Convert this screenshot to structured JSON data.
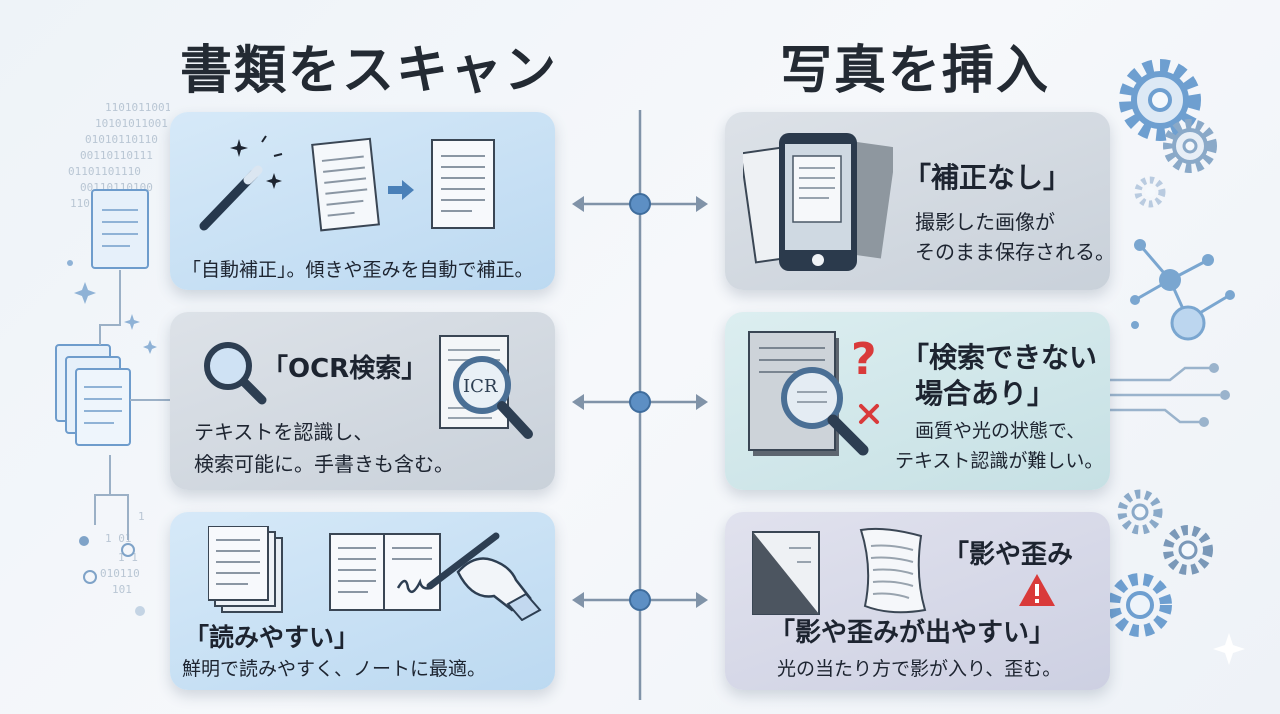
{
  "titles": {
    "left": "書類をスキャン",
    "right": "写真を挿入"
  },
  "binary_text": {
    "top": [
      "11010110011",
      "10101011001",
      "01010110110",
      "00110110111",
      "01101101110",
      "00110110100",
      "11010110101"
    ],
    "bottom": [
      "1",
      "1  01",
      "1   1",
      "010110",
      "101"
    ]
  },
  "cards": {
    "left": [
      {
        "text": "「自動補正」。傾きや歪みを自動で補正。"
      },
      {
        "heading": "「OCR検索」",
        "lines": [
          "テキストを認識し、",
          "検索可能に。手書きも含む。"
        ],
        "icon_text": "ICR"
      },
      {
        "heading": "「読みやすい」",
        "body": "鮮明で読みやすく、ノートに最適。"
      }
    ],
    "right": [
      {
        "heading": "「補正なし」",
        "lines": [
          "撮影した画像が",
          "そのまま保存される。"
        ]
      },
      {
        "heading_lines": [
          "「検索できない",
          "場合あり」"
        ],
        "lines": [
          "画質や光の状態で、",
          "テキスト認識が難しい。"
        ]
      },
      {
        "label": "「影や歪み",
        "heading": "「影や歪みが出やすい」",
        "body": "光の当たり方で影が入り、歪む。"
      }
    ]
  },
  "colors": {
    "accent": "#4a80b8",
    "connector": "#7f93a8",
    "warning": "#d93a3a"
  }
}
